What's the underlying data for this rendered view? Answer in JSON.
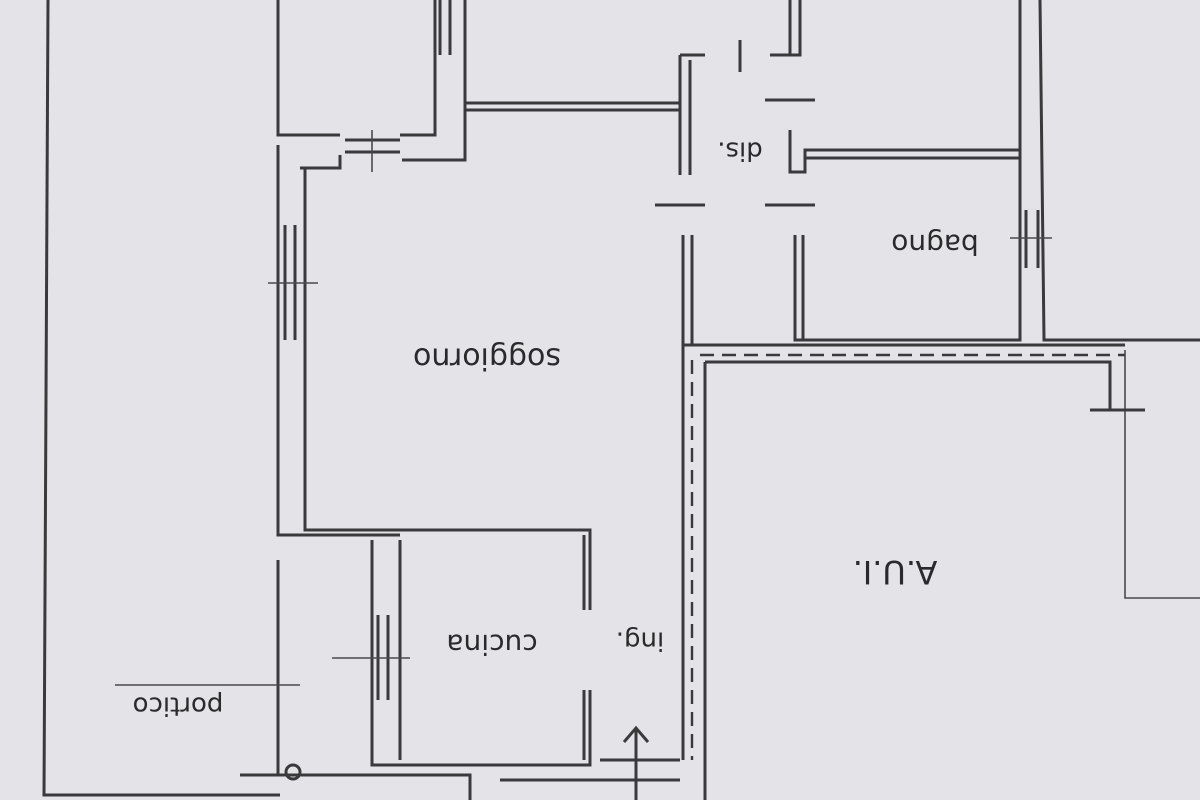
{
  "rooms": {
    "soggiorno": "soggiorno",
    "bagno": "bagno",
    "dis": "dis.",
    "aui": "A.U.I.",
    "cucina": "cucina",
    "ing": "ing.",
    "portico": "portico"
  },
  "colors": {
    "paper": "#e4e3e7",
    "ink": "#3a3a3c"
  }
}
